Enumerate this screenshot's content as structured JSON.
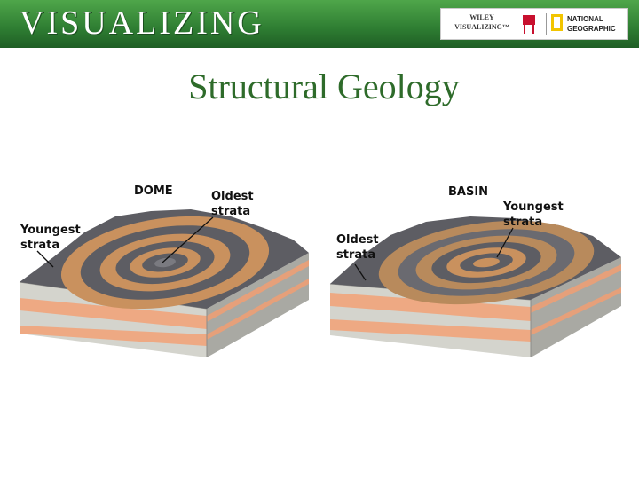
{
  "banner": {
    "title": "VISUALIZING",
    "logo_wiley": "WILEY",
    "logo_visualizing": "VISUALIZING™",
    "logo_ng_line1": "NATIONAL",
    "logo_ng_line2": "GEOGRAPHIC",
    "chair_icon": "chair-icon",
    "ng_icon": "yellow-rectangle-icon",
    "colors": {
      "banner_green": "#2e7d32",
      "title_green": "#2e6b2a",
      "ng_yellow": "#f2c500"
    }
  },
  "page": {
    "title": "Structural Geology"
  },
  "diagram": {
    "dome": {
      "heading": "DOME",
      "label_center_1": "Oldest",
      "label_center_2": "strata",
      "label_edge_1": "Youngest",
      "label_edge_2": "strata"
    },
    "basin": {
      "heading": "BASIN",
      "label_center_1": "Youngest",
      "label_center_2": "strata",
      "label_edge_1": "Oldest",
      "label_edge_2": "strata"
    },
    "colors": {
      "dark_strata": "#5d5d63",
      "tan_strata": "#c9915e",
      "light_layer": "#d4d4cd",
      "orange_layer": "#eea983"
    }
  }
}
